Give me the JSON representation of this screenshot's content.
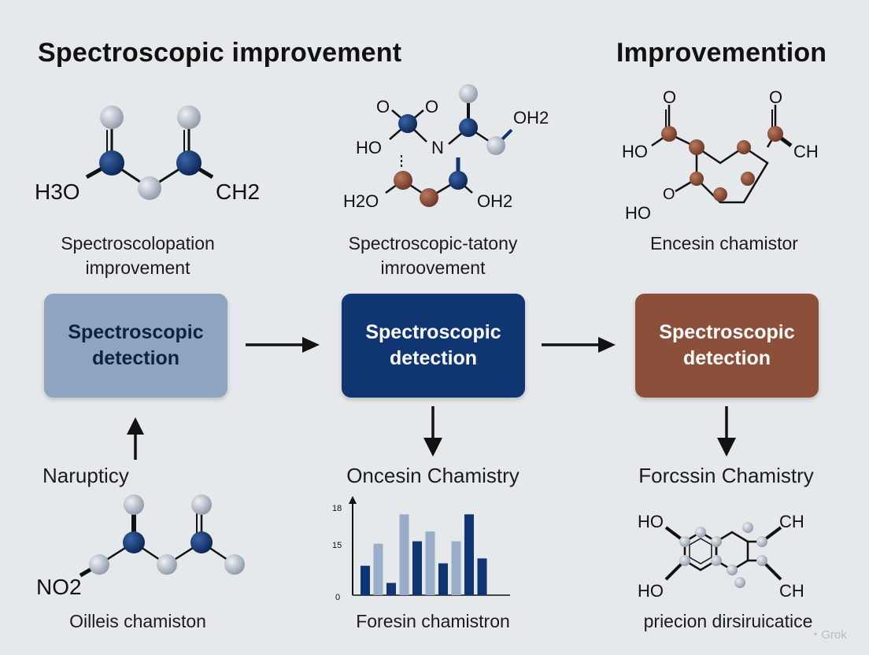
{
  "titles": {
    "left": "Spectroscopic improvement",
    "right": "Improvemention"
  },
  "molecules": {
    "m1": {
      "label_left": "H3O",
      "label_right": "CH2"
    },
    "m2": {
      "o1": "O",
      "o2": "O",
      "ho": "HO",
      "n": "N",
      "oh2_top": "OH2",
      "h2o": "H2O",
      "oh2_bottom": "OH2"
    },
    "m3": {
      "o1": "O",
      "o2": "O",
      "ho": "HO",
      "ch": "CH",
      "o3": "O",
      "ho_bottom": "HO"
    },
    "m4": {
      "label": "NO2"
    },
    "m5": {
      "ho_top": "HO",
      "ch_top": "CH",
      "ho_bottom": "HO",
      "ch_bottom": "CH"
    }
  },
  "captions": {
    "c1_line1": "Spectroscolopation",
    "c1_line2": "improvement",
    "c2_line1": "Spectroscopic-tatony",
    "c2_line2": "imroovement",
    "c3": "Encesin chamistor"
  },
  "boxes": [
    {
      "line1": "Spectroscopic",
      "line2": "detection",
      "color": "#8fa4c0",
      "text_color": "#0e2340"
    },
    {
      "line1": "Spectroscopic",
      "line2": "detection",
      "color": "#0f3672",
      "text_color": "#ffffff"
    },
    {
      "line1": "Spectroscopic",
      "line2": "detection",
      "color": "#8b4f3a",
      "text_color": "#ffffff"
    }
  ],
  "headings": {
    "h1": "Narupticy",
    "h2": "Oncesin Chamistry",
    "h3": "Forcssin Chamistry"
  },
  "bottom_captions": {
    "b1": "Oilleis chamiston",
    "b2": "Foresin chamistron",
    "b3": "priecion dirsiruicatice"
  },
  "chart_data": {
    "type": "bar",
    "yticks": [
      "18",
      "15",
      "0"
    ],
    "ylim": [
      0,
      18
    ],
    "series": [
      {
        "color": "#0f3672",
        "values": [
          6,
          2.5,
          11,
          6.5,
          16.5,
          7.5
        ]
      },
      {
        "color": "#9aadc8",
        "values": [
          10.5,
          16.5,
          13,
          11
        ]
      }
    ]
  },
  "colors": {
    "navy": "#0f3672",
    "gray_atom": "#b8c2cf",
    "brown_atom": "#8b4f3a"
  },
  "watermark": "Grok"
}
